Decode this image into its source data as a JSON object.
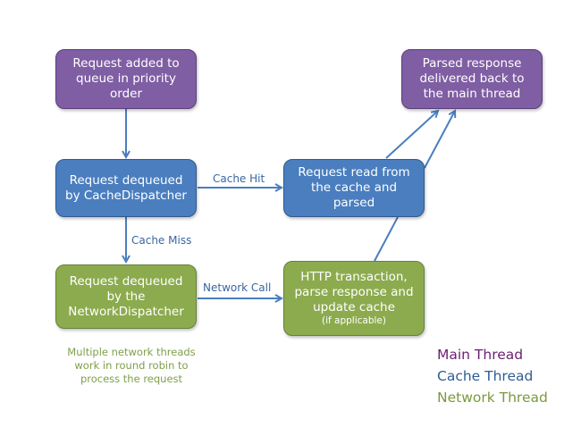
{
  "nodes": {
    "enqueue": {
      "lines": [
        "Request added to",
        "queue in priority",
        "order"
      ]
    },
    "cache_dispatch": {
      "lines": [
        "Request dequeued",
        "by CacheDispatcher"
      ]
    },
    "network_dispatch": {
      "lines": [
        "Request dequeued",
        "by the",
        "NetworkDispatcher"
      ]
    },
    "cache_read": {
      "lines": [
        "Request read from",
        "the cache and",
        "parsed"
      ]
    },
    "http": {
      "lines": [
        "HTTP transaction,",
        "parse response and",
        "update cache"
      ],
      "note": "(if applicable)"
    },
    "deliver": {
      "lines": [
        "Parsed response",
        "delivered back to",
        "the main thread"
      ]
    }
  },
  "edges": {
    "cache_hit": "Cache Hit",
    "cache_miss": "Cache Miss",
    "network_call": "Network Call"
  },
  "note": {
    "lines": [
      "Multiple network threads",
      "work in round robin to",
      "process the request"
    ]
  },
  "legend": [
    {
      "label": "Main Thread",
      "color": "#6b1f73"
    },
    {
      "label": "Cache Thread",
      "color": "#2f5d94"
    },
    {
      "label": "Network Thread",
      "color": "#7a9a3e"
    }
  ],
  "colors": {
    "main": "#7f5ea3",
    "cache": "#4a7ebf",
    "network": "#8cab4e",
    "arrow": "#4a7ebf"
  }
}
